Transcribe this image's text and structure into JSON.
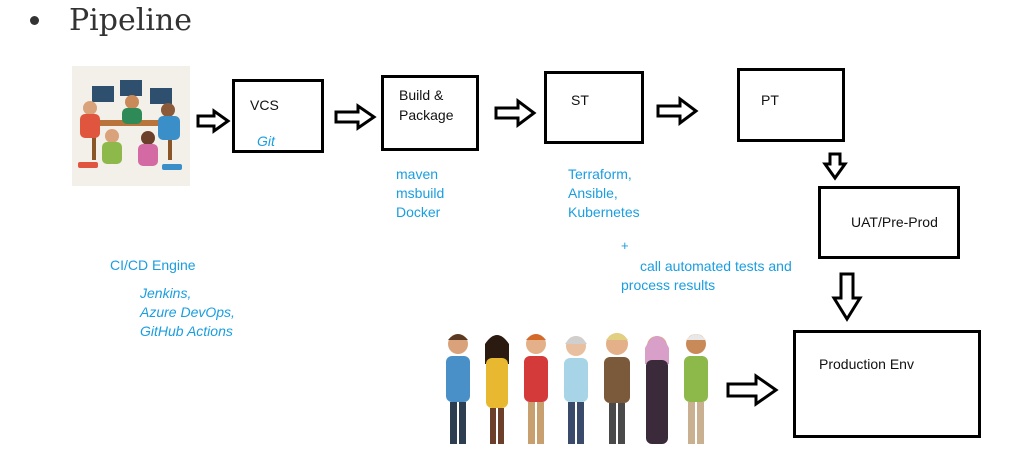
{
  "heading": {
    "text": "Pipeline"
  },
  "stages": {
    "vcs": {
      "label": "VCS",
      "tool": "Git"
    },
    "build": {
      "label_line1": "Build &",
      "label_line2": "Package"
    },
    "st": {
      "label": "ST"
    },
    "pt": {
      "label": "PT"
    },
    "uat": {
      "label": "UAT/Pre-Prod"
    },
    "prod": {
      "label": "Production Env"
    }
  },
  "build_tools": [
    "maven",
    "msbuild",
    "Docker"
  ],
  "st_tools": [
    "Terraform,",
    "Ansible,",
    "Kubernetes"
  ],
  "st_extra": {
    "plus": "+",
    "line1": "call automated tests and",
    "line2": "process results"
  },
  "cicd": {
    "title": "CI/CD Engine",
    "engines": [
      "Jenkins,",
      "Azure DevOps,",
      "GitHub Actions"
    ]
  },
  "colors": {
    "accent": "#1a9ee0",
    "box_border": "#000000",
    "text": "#111111"
  },
  "icons": {
    "team": "developers-at-desks-illustration",
    "users": "group-of-people-illustration",
    "arrow": "hollow-block-arrow"
  }
}
